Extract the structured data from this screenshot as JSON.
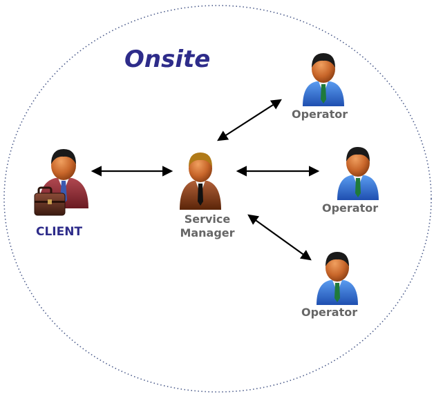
{
  "title": "Onsite",
  "client": {
    "label": "CLIENT",
    "color": "#2e2c8a"
  },
  "service_manager": {
    "label_line1": "Service",
    "label_line2": "Manager"
  },
  "operators": [
    {
      "label": "Operator"
    },
    {
      "label": "Operator"
    },
    {
      "label": "Operator"
    }
  ],
  "colors": {
    "title": "#2e2c8a",
    "client_suit": "#8b2a32",
    "manager_suit": "#8a3a18",
    "operator_suit": "#2f6fd0",
    "operator_tie": "#1f7a3a",
    "boundary": "#4a5a8a"
  },
  "icons": [
    "person-client-icon",
    "briefcase-icon",
    "person-manager-icon",
    "person-operator-icon"
  ]
}
